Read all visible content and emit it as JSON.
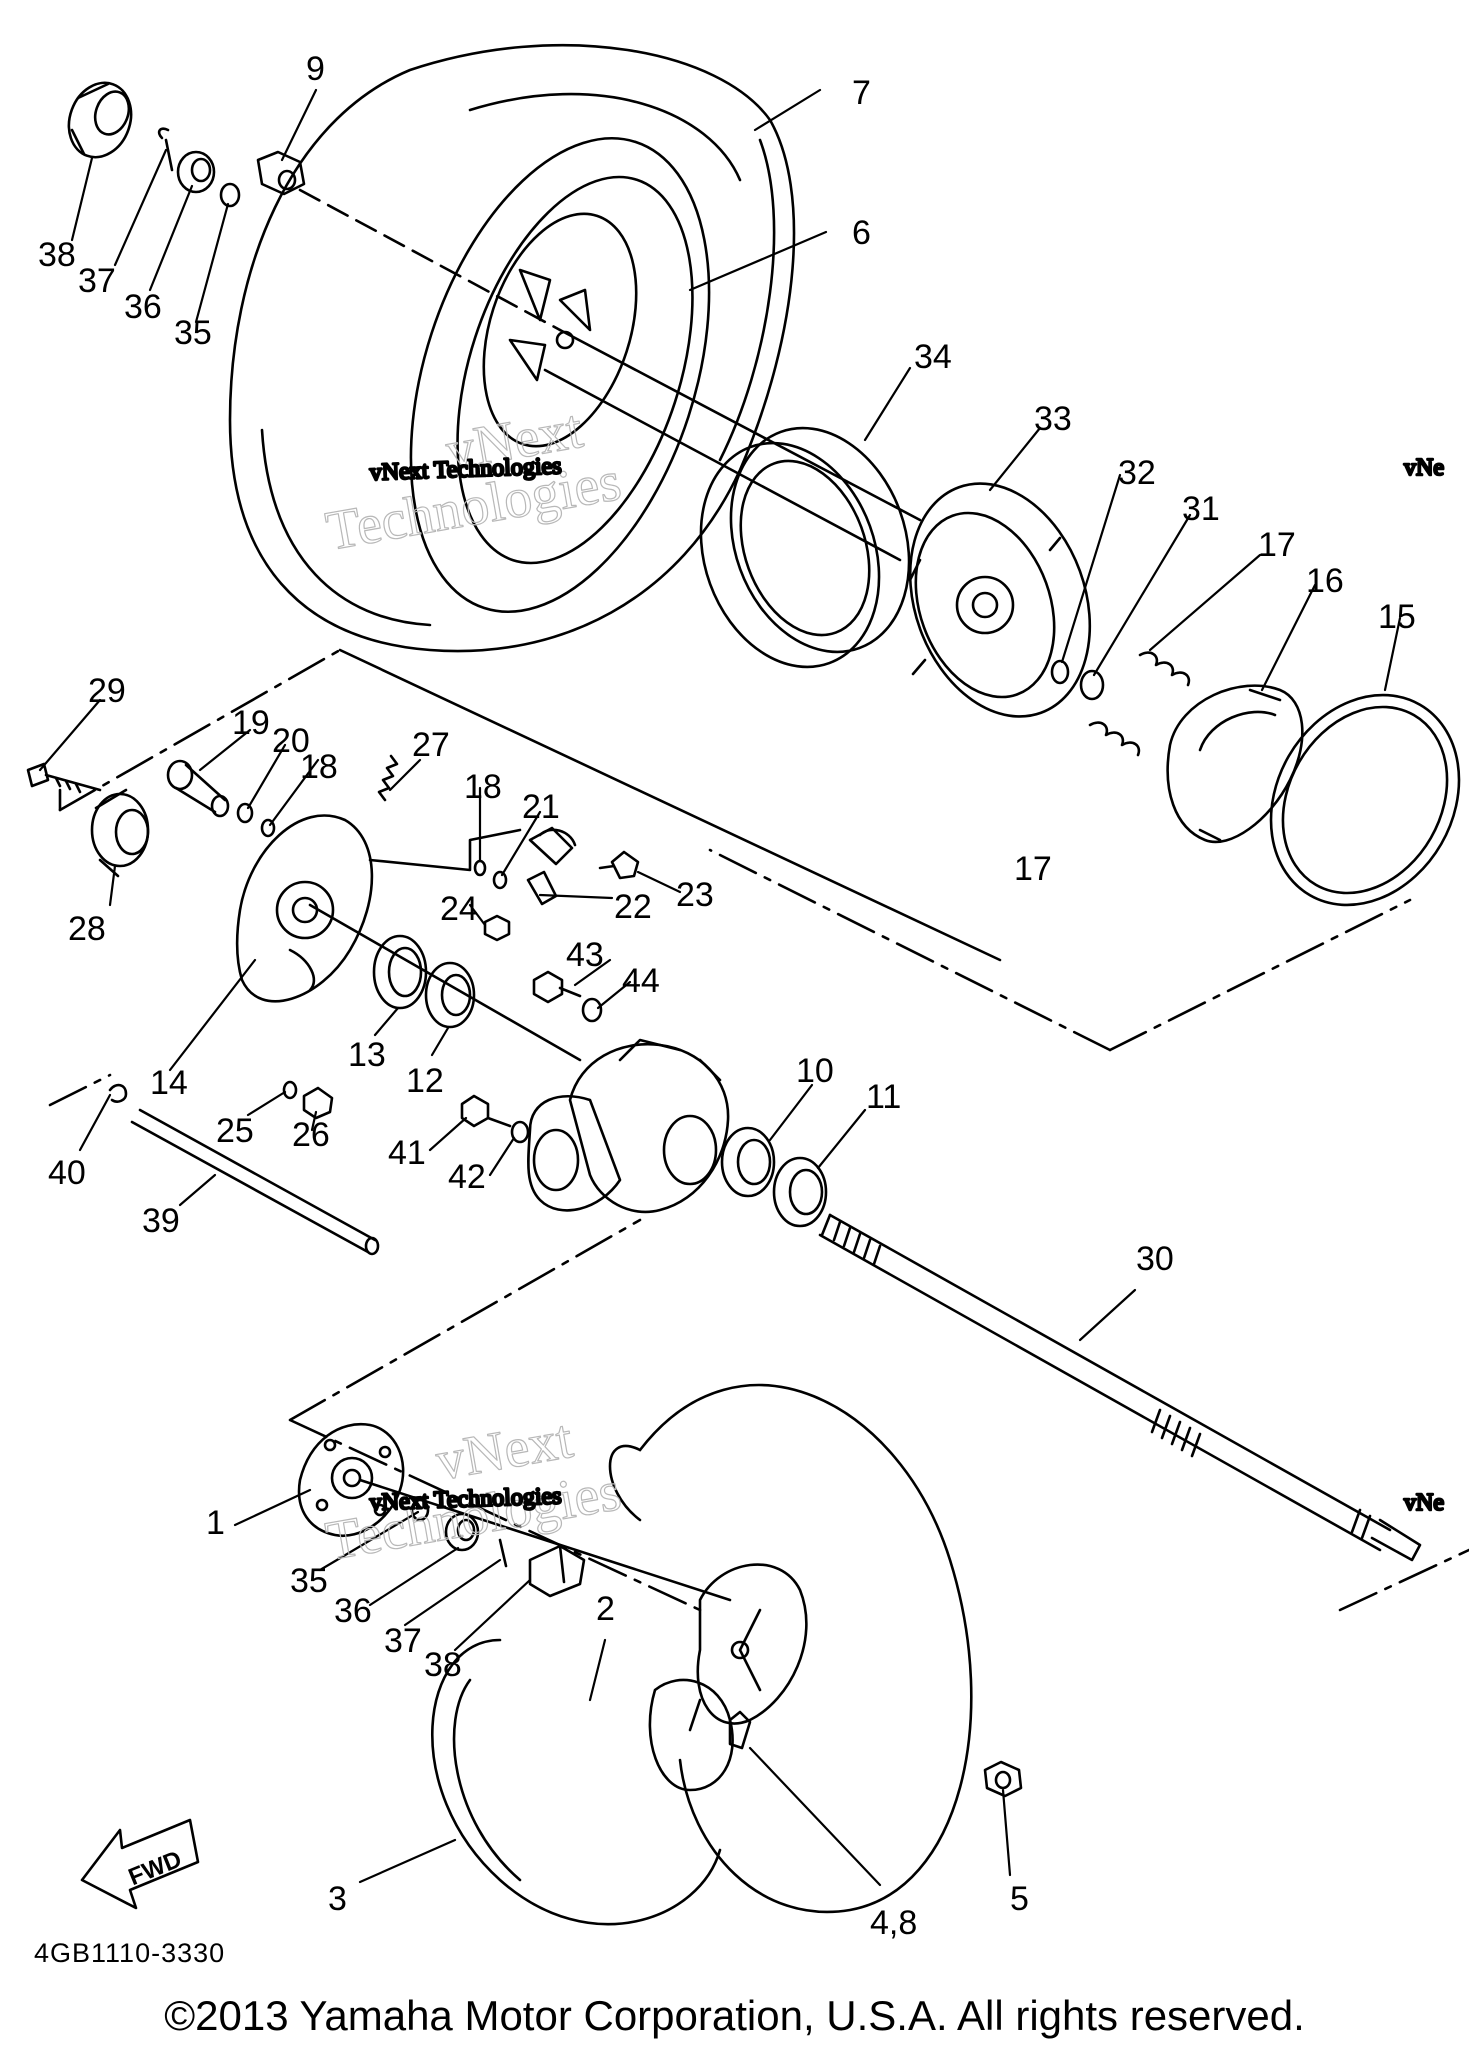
{
  "callouts": [
    "9",
    "7",
    "38",
    "37",
    "36",
    "35",
    "6",
    "34",
    "33",
    "32",
    "31",
    "17",
    "16",
    "15",
    "29",
    "19",
    "20",
    "18",
    "27",
    "18",
    "21",
    "23",
    "28",
    "24",
    "22",
    "43",
    "44",
    "14",
    "13",
    "12",
    "10",
    "11",
    "25",
    "26",
    "41",
    "42",
    "40",
    "39",
    "30",
    "1",
    "35",
    "36",
    "37",
    "38",
    "2",
    "5",
    "3",
    "4,8",
    "17"
  ],
  "watermark": {
    "line1": "vNext",
    "line2": "Technologies",
    "small": "vNext Technologies",
    "edge": "vNe"
  },
  "fwd_label": "FWD",
  "diagram_code": "4GB1110-3330",
  "copyright": "©2013 Yamaha Motor Corporation, U.S.A. All rights reserved.",
  "colors": {
    "ink": "#000000",
    "background": "#ffffff",
    "watermark": "#b8b8b8"
  }
}
